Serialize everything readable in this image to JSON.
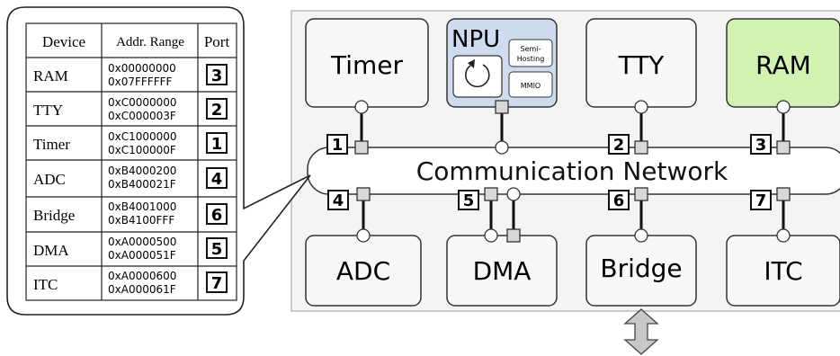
{
  "table": {
    "headers": [
      "Device",
      "Addr. Range",
      "Port"
    ],
    "rows": [
      {
        "device": "RAM",
        "start": "0x00000000",
        "end": "0x07FFFFFF",
        "port": "3"
      },
      {
        "device": "TTY",
        "start": "0xC0000000",
        "end": "0xC000003F",
        "port": "2"
      },
      {
        "device": "Timer",
        "start": "0xC1000000",
        "end": "0xC100000F",
        "port": "1"
      },
      {
        "device": "ADC",
        "start": "0xB4000200",
        "end": "0xB400021F",
        "port": "4"
      },
      {
        "device": "Bridge",
        "start": "0xB4001000",
        "end": "0xB4100FFF",
        "port": "6"
      },
      {
        "device": "DMA",
        "start": "0xA0000500",
        "end": "0xA000051F",
        "port": "5"
      },
      {
        "device": "ITC",
        "start": "0xA0000600",
        "end": "0xA000061F",
        "port": "7"
      }
    ]
  },
  "diagram": {
    "network_label": "Communication Network",
    "top_devices": {
      "timer": "Timer",
      "npu": "NPU",
      "tty": "TTY",
      "ram": "RAM"
    },
    "npu_subblocks": {
      "semi_hosting_line1": "Semi-",
      "semi_hosting_line2": "Hosting",
      "mmio": "MMIO"
    },
    "bottom_devices": {
      "adc": "ADC",
      "dma": "DMA",
      "bridge": "Bridge",
      "itc": "ITC"
    },
    "ports": {
      "timer": "1",
      "tty": "2",
      "ram": "3",
      "adc": "4",
      "dma": "5",
      "bridge": "6",
      "itc": "7"
    }
  },
  "colors": {
    "npu_fill": "#cfdcef",
    "ram_fill": "#d2f2b2",
    "background_panel": "#f4f4f4",
    "device_fill": "#f8f8f8",
    "connector_fill": "#d8d8d8"
  }
}
